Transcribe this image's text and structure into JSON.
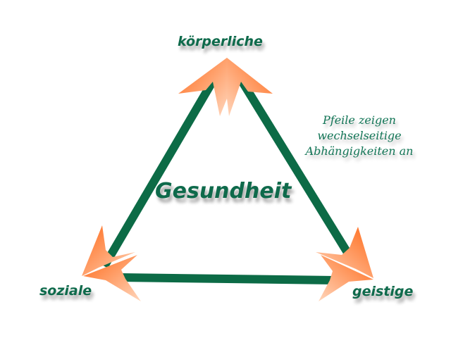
{
  "labels": {
    "top": "körperliche",
    "left": "soziale",
    "right": "geistige",
    "center": "Gesundheit"
  },
  "note": {
    "line1": "Pfeile zeigen",
    "line2": "wechselseitige",
    "line3": "Abhängigkeiten an"
  },
  "colors": {
    "line": "#0c6b46",
    "arrow_dark": "#ff6a1a",
    "arrow_light": "#ffd0b0",
    "text": "#0e6a4b"
  }
}
